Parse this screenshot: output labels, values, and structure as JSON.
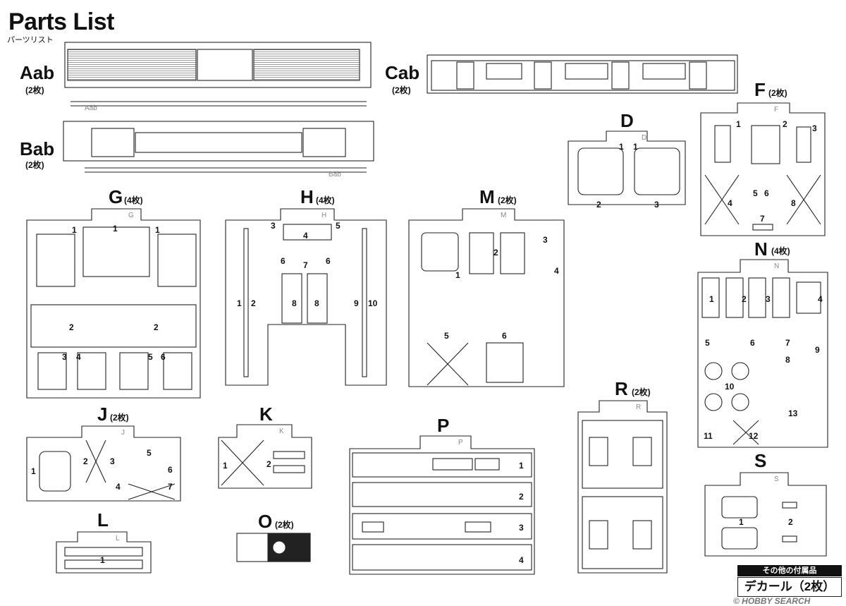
{
  "header": {
    "title": "Parts List",
    "subtitle": "パーツリスト"
  },
  "sprues": {
    "Aab": {
      "name": "Aab",
      "count": "(2枚)",
      "tag": "Aab"
    },
    "Bab": {
      "name": "Bab",
      "count": "(2枚)",
      "tag": "Bab"
    },
    "Cab": {
      "name": "Cab",
      "count": "(2枚)"
    },
    "D": {
      "name": "D",
      "tag": "D",
      "parts": [
        "1",
        "1",
        "2",
        "3"
      ],
      "tabs": [
        "2",
        "3"
      ]
    },
    "F": {
      "name": "F",
      "count": "(2枚)",
      "tag": "F",
      "parts": [
        "1",
        "2",
        "3",
        "4",
        "5",
        "6",
        "7",
        "8"
      ],
      "tabs": [
        "3",
        "3",
        "4",
        "5",
        "6",
        "6",
        "7",
        "7"
      ]
    },
    "G": {
      "name": "G",
      "count": "(4枚)",
      "tag": "G",
      "parts": [
        "1",
        "1",
        "1",
        "2",
        "2",
        "3",
        "4",
        "5",
        "6"
      ],
      "tabs": [
        "1",
        "2",
        "2",
        "2",
        "2",
        "3",
        "4",
        "5",
        "6"
      ]
    },
    "H": {
      "name": "H",
      "count": "(4枚)",
      "tag": "H",
      "parts": [
        "1",
        "2",
        "3",
        "4",
        "5",
        "6",
        "6",
        "7",
        "8",
        "8",
        "9",
        "10"
      ],
      "tabs": [
        "1",
        "2",
        "3",
        "4",
        "5",
        "6",
        "6",
        "7",
        "8",
        "9",
        "10"
      ]
    },
    "M": {
      "name": "M",
      "count": "(2枚)",
      "tag": "M",
      "parts": [
        "1",
        "2",
        "3",
        "4",
        "5",
        "6"
      ],
      "tabs": [
        "1",
        "2",
        "3",
        "4",
        "5",
        "6"
      ]
    },
    "N": {
      "name": "N",
      "count": "(4枚)",
      "tag": "N",
      "parts": [
        "1",
        "2",
        "3",
        "4",
        "5",
        "6",
        "7",
        "8",
        "9",
        "10",
        "11",
        "12",
        "13"
      ],
      "tabs": [
        "1",
        "2",
        "3",
        "4",
        "5",
        "6",
        "7",
        "8",
        "9",
        "10",
        "10",
        "11",
        "12",
        "13"
      ]
    },
    "J": {
      "name": "J",
      "count": "(2枚)",
      "tag": "J",
      "parts": [
        "1",
        "2",
        "3",
        "4",
        "5",
        "6",
        "7"
      ],
      "tabs": [
        "1",
        "2",
        "3",
        "4",
        "5",
        "6",
        "7"
      ]
    },
    "K": {
      "name": "K",
      "tag": "K",
      "parts": [
        "1",
        "2"
      ],
      "tabs": [
        "1",
        "2",
        "2"
      ]
    },
    "L": {
      "name": "L",
      "tag": "L",
      "parts": [
        "1"
      ],
      "tabs": [
        "1",
        "1"
      ]
    },
    "O": {
      "name": "O",
      "count": "(2枚)"
    },
    "P": {
      "name": "P",
      "tag": "P",
      "parts": [
        "1",
        "2",
        "3",
        "4"
      ],
      "tabs": [
        "1",
        "2",
        "3",
        "4"
      ]
    },
    "R": {
      "name": "R",
      "count": "(2枚)",
      "tag": "R"
    },
    "S": {
      "name": "S",
      "tag": "S",
      "parts": [
        "1",
        "2"
      ],
      "tabs": [
        "1",
        "1",
        "2",
        "2"
      ]
    }
  },
  "footer": {
    "other_title": "その他の付属品",
    "decal": "デカール（2枚）",
    "watermark": "© HOBBY SEARCH"
  }
}
